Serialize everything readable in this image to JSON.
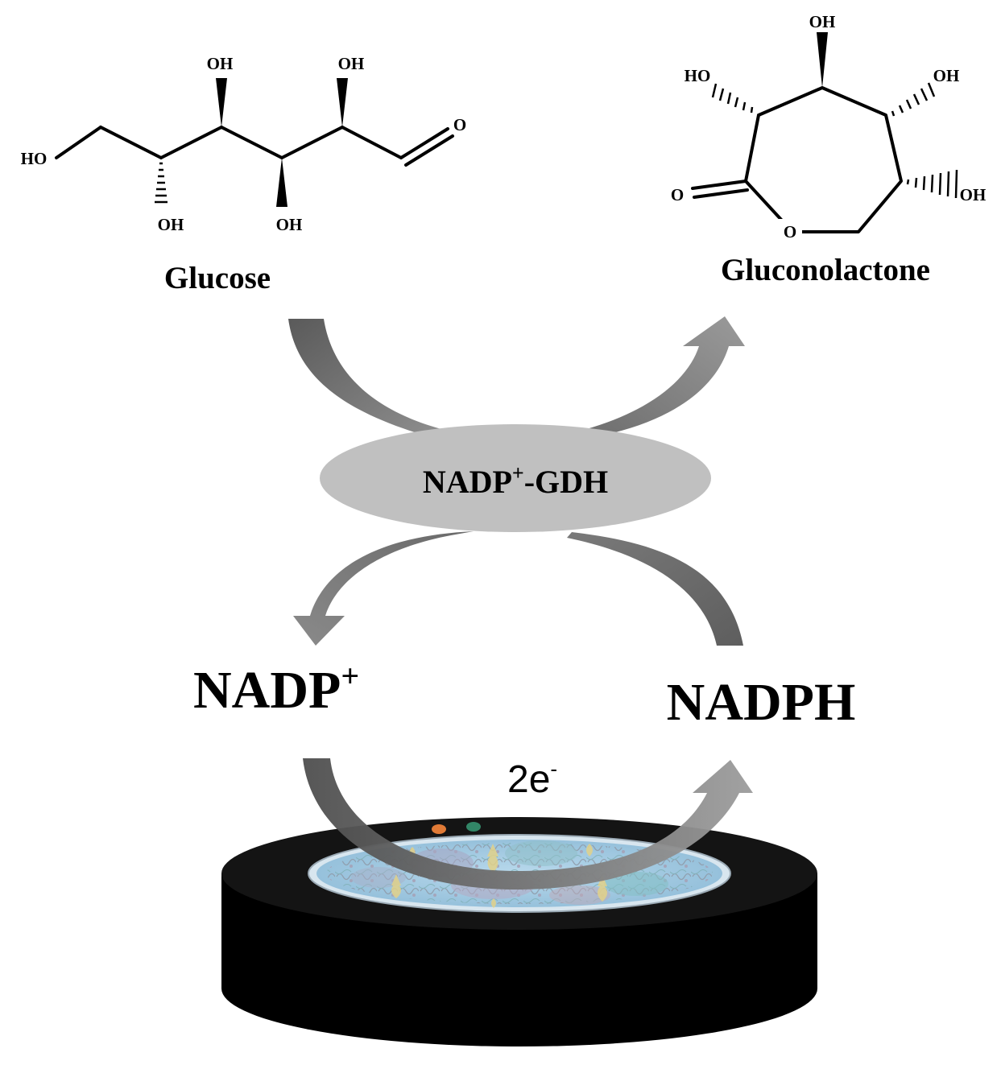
{
  "glucose": {
    "name": "Glucose",
    "atoms": {
      "oh_top_1": "OH",
      "oh_top_2": "OH",
      "o_ald": "O",
      "ho_left": "HO",
      "oh_bot_1": "OH",
      "oh_bot_2": "OH"
    }
  },
  "gluconolactone": {
    "name": "Gluconolactone",
    "atoms": {
      "oh_top": "OH",
      "ho_left": "HO",
      "oh_right": "OH",
      "o_keto": "O",
      "o_ring": "O",
      "oh_lower_right": "OH"
    }
  },
  "enzyme": {
    "base": "NADP",
    "sup": "+",
    "suffix": "-GDH"
  },
  "nadp": {
    "base": "NADP",
    "sup": "+"
  },
  "nadph": {
    "label": "NADPH"
  },
  "electrons": {
    "base": "2e",
    "sup": "-"
  },
  "colors": {
    "arrow_dark": "#646464",
    "arrow_light": "#8a8a8a",
    "enzyme_fill": "#c0c0c0",
    "electrode_body": "#000000",
    "electrode_surface": "#a9cde3"
  }
}
